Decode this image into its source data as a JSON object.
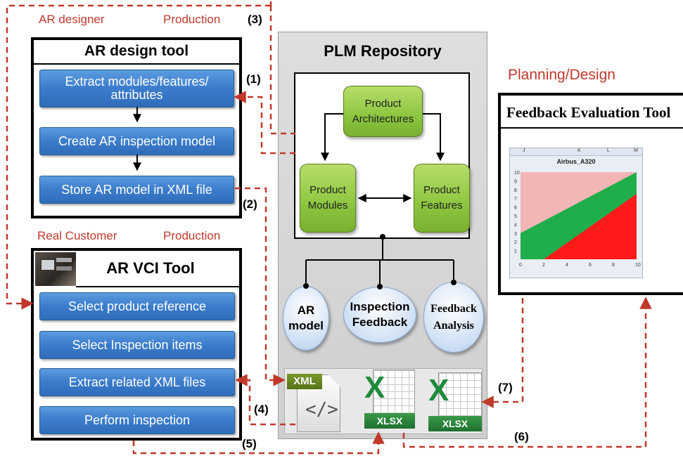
{
  "labels": {
    "ar_designer": "AR designer",
    "production_top": "Production",
    "step3": "(3)",
    "step1": "(1)",
    "step2": "(2)",
    "step4": "(4)",
    "step5": "(5)",
    "step6": "(6)",
    "step7": "(7)",
    "real_customer": "Real Customer",
    "production_mid": "Production",
    "planning_design": "Planning/Design"
  },
  "ar_design_tool": {
    "title": "AR design tool",
    "steps": [
      "Extract modules/features/ attributes",
      "Create AR inspection model",
      "Store AR model in XML file"
    ]
  },
  "ar_vci_tool": {
    "title": "AR VCI Tool",
    "steps": [
      "Select product reference",
      "Select Inspection items",
      "Extract related XML files",
      "Perform inspection"
    ]
  },
  "plm": {
    "title": "PLM Repository",
    "architectures": "Product Architectures",
    "modules": "Product Modules",
    "features": "Product Features",
    "ar_model": "AR model",
    "inspection_feedback": "Inspection Feedback",
    "feedback_analysis": "Feedback Analysis",
    "xml_badge": "XML",
    "xlsx_1": "XLSX",
    "xlsx_2": "XLSX"
  },
  "feedback_tool": {
    "title": "Feedback Evaluation Tool",
    "chart_title": "Airbus_A320",
    "col_headers": [
      "J",
      "K",
      "L",
      "M"
    ],
    "x_ticks": [
      "0",
      "2",
      "4",
      "6",
      "8",
      "10"
    ],
    "y_ticks": [
      "10",
      "9",
      "8",
      "7",
      "6",
      "5",
      "4",
      "3",
      "2",
      "1"
    ]
  },
  "colors": {
    "dashed_red": "#c0392b",
    "btn_blue": "#3b7ccb",
    "green": "#8cc63f",
    "plm_grey": "#d9d9d9"
  },
  "chart_data": {
    "type": "area",
    "title": "Airbus_A320",
    "xlabel": "",
    "ylabel": "",
    "xlim": [
      0,
      10
    ],
    "ylim": [
      0,
      10
    ],
    "x_ticks": [
      0,
      2,
      4,
      6,
      8,
      10
    ],
    "y_ticks": [
      1,
      2,
      3,
      4,
      5,
      6,
      7,
      8,
      9,
      10
    ],
    "series": [
      {
        "values": [
          [
            0,
            3
          ],
          [
            10,
            10
          ]
        ]
      },
      {
        "values": [
          [
            2,
            0
          ],
          [
            10,
            7.5
          ]
        ]
      }
    ]
  }
}
